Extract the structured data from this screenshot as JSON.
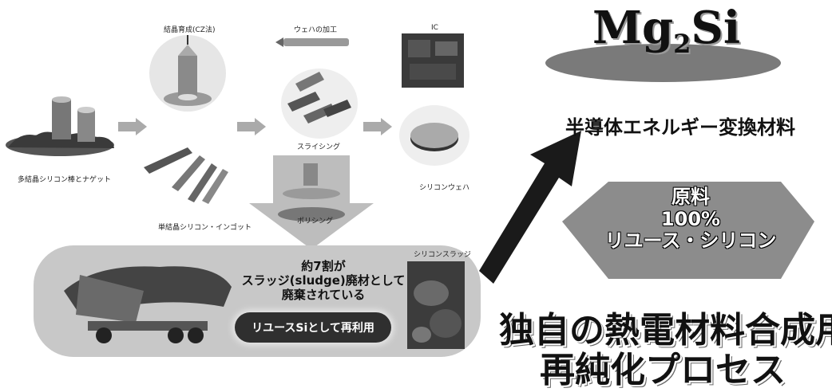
{
  "process": {
    "step_crystal_growth": "結晶育成(CZ法)",
    "step_wafer_processing": "ウェハの加工",
    "step_ic": "IC",
    "label_poly_nugget": "多結晶シリコン棒とナゲット",
    "label_single_ingot": "単結晶シリコン・インゴット",
    "label_slicing": "スライシング",
    "label_polishing": "ポリシング",
    "label_wafer": "シリコンウェハ",
    "label_sludge_photo": "シリコンスラッジ",
    "waste_line1": "約7割が",
    "waste_line2": "スラッジ(sludge)廃材として",
    "waste_line3": "廃棄されている",
    "reuse_label": "リユースSiとして再利用"
  },
  "product": {
    "formula_main": "Mg",
    "formula_sub": "2",
    "formula_tail": "Si",
    "subtitle": "半導体エネルギー変換材料"
  },
  "material": {
    "line1": "原料",
    "line2": "100%",
    "line3": "リユース・シリコン"
  },
  "process_name": {
    "line1": "独自の熱電材料合成用",
    "line2": "再純化プロセス"
  },
  "colors": {
    "grey": "#aaaaaa",
    "dark": "#111111"
  }
}
